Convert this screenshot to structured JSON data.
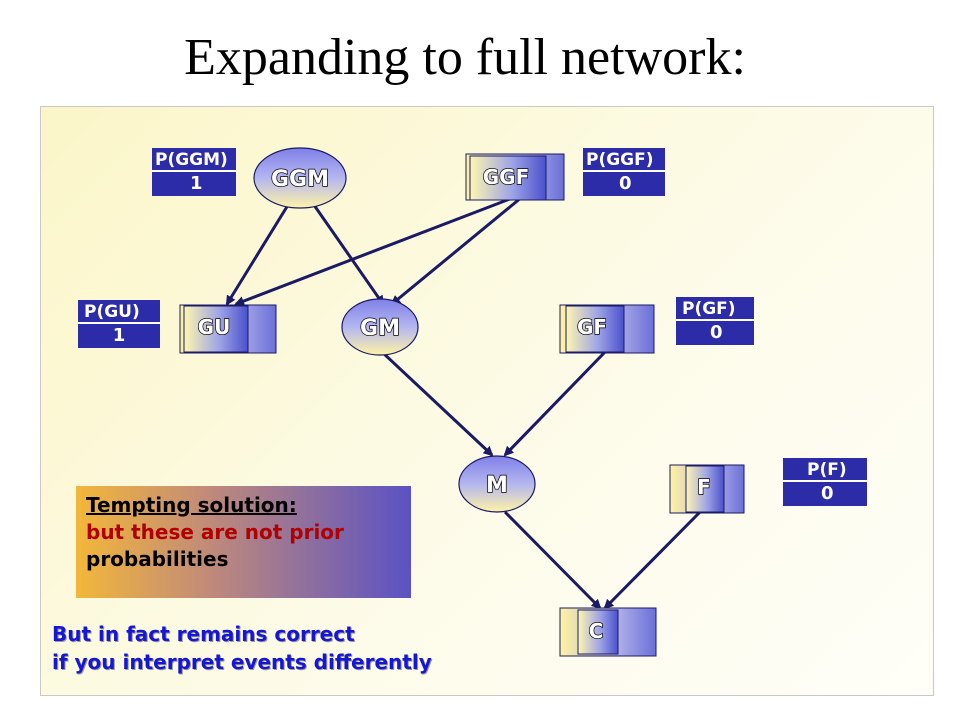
{
  "title": "Expanding to full network:",
  "nodes": {
    "ggm": "GGM",
    "ggf": "GGF",
    "gu": "GU",
    "gm": "GM",
    "gf": "GF",
    "m": "M",
    "f": "F",
    "c": "C"
  },
  "tables": {
    "ggm": {
      "header": "P(GGM)",
      "value": "1"
    },
    "ggf": {
      "header": "P(GGF)",
      "value": "0"
    },
    "gu": {
      "header": "P(GU)",
      "value": "1"
    },
    "gf": {
      "header": "P(GF)",
      "value": "0"
    },
    "f": {
      "header": "P(F)",
      "value": "0"
    }
  },
  "callout": {
    "line1": "Tempting solution:",
    "line2": "but these are not prior",
    "line3": "probabilities"
  },
  "note": {
    "line1": "But in fact remains correct",
    "line2": "if you interpret events differently"
  },
  "colors": {
    "arrow": "#1a1a66",
    "ellipse_top": "#8888e6",
    "ellipse_bottom": "#fff2a8",
    "table_bg": "#2c2ca8",
    "note_text": "#1616d6"
  }
}
